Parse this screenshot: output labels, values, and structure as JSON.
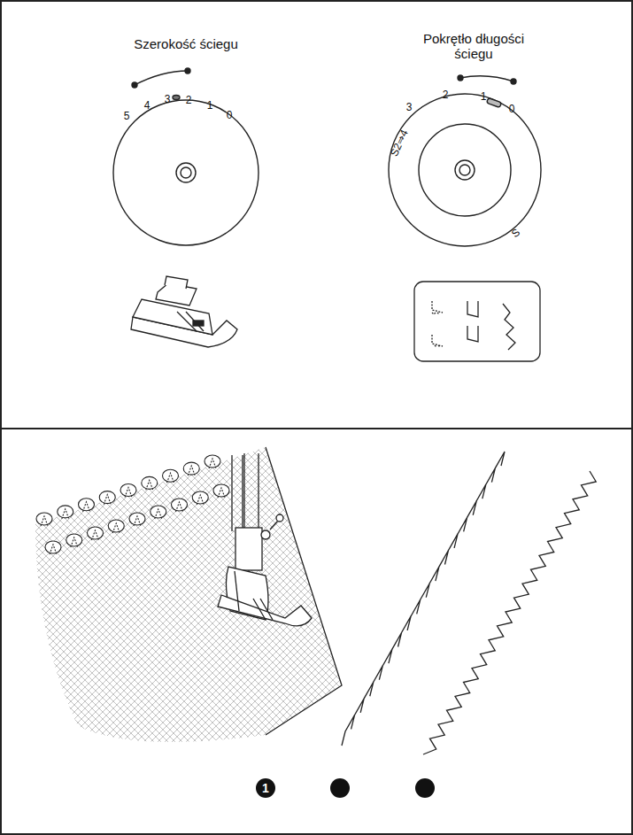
{
  "diagram": {
    "labels": [
      "Szerokość ściegu",
      "5",
      "4",
      "3",
      "2",
      "1",
      "0",
      "Pokrętło długości ściegu",
      "3",
      "2",
      "1",
      "0",
      "S2⇒4",
      "S",
      "1"
    ]
  }
}
